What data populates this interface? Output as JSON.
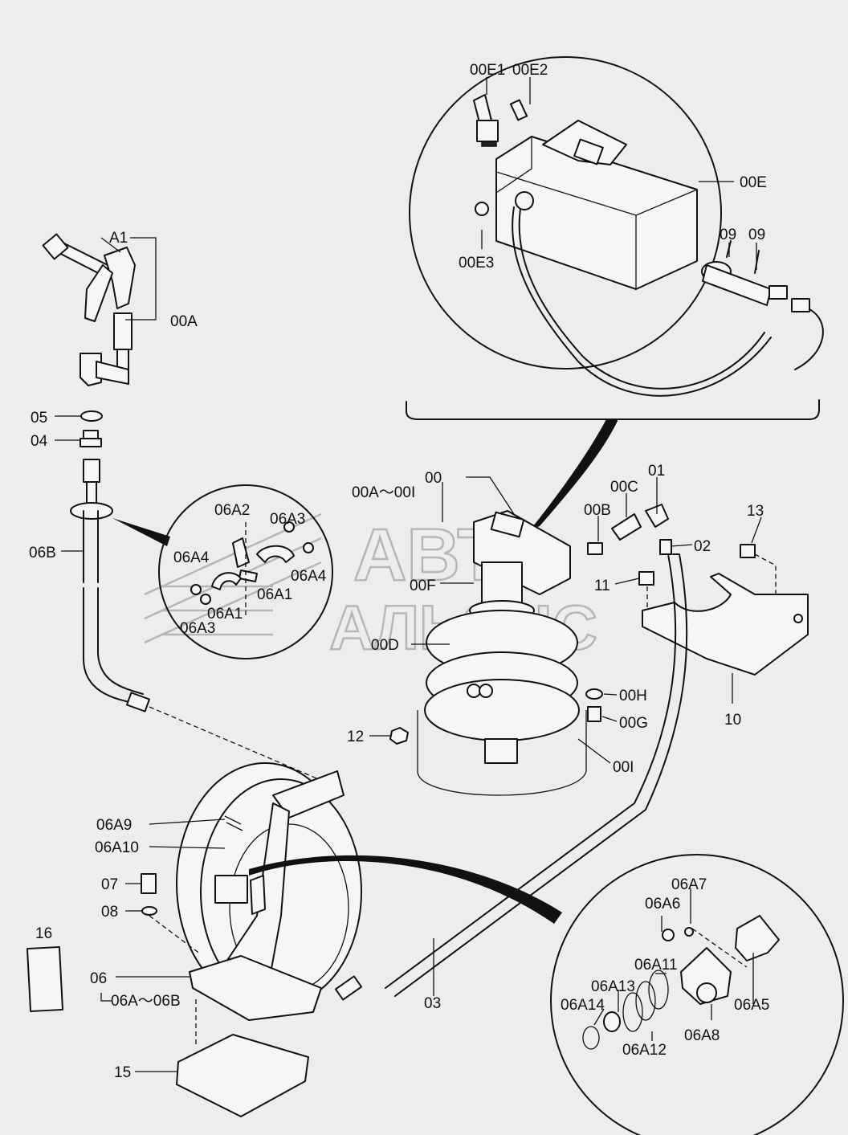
{
  "watermark": {
    "line1": "АВТО",
    "line2": "АЛЬЯНС"
  },
  "labels": {
    "00E1": "00E1",
    "00E2": "00E2",
    "00E": "00E",
    "00E3": "00E3",
    "09a": "09",
    "09b": "09",
    "A1": "A1",
    "00A": "00A",
    "05": "05",
    "04": "04",
    "06B": "06B",
    "06A2": "06A2",
    "06A3a": "06A3",
    "06A4a": "06A4",
    "06A4b": "06A4",
    "06A1a": "06A1",
    "06A1b": "06A1",
    "06A3b": "06A3",
    "00": "00",
    "00A_00I": "00A～00I",
    "00B": "00B",
    "00C": "00C",
    "01": "01",
    "02": "02",
    "13": "13",
    "11": "11",
    "00F": "00F",
    "00D": "00D",
    "00H": "00H",
    "00G": "00G",
    "12": "12",
    "00I": "00I",
    "10": "10",
    "06A9": "06A9",
    "06A10": "06A10",
    "07": "07",
    "08": "08",
    "16": "16",
    "06": "06",
    "06A_06B": "06A～06B",
    "15": "15",
    "03": "03",
    "06A7": "06A7",
    "06A6": "06A6",
    "06A11": "06A11",
    "06A13": "06A13",
    "06A14": "06A14",
    "06A5": "06A5",
    "06A12": "06A12",
    "06A8": "06A8"
  }
}
